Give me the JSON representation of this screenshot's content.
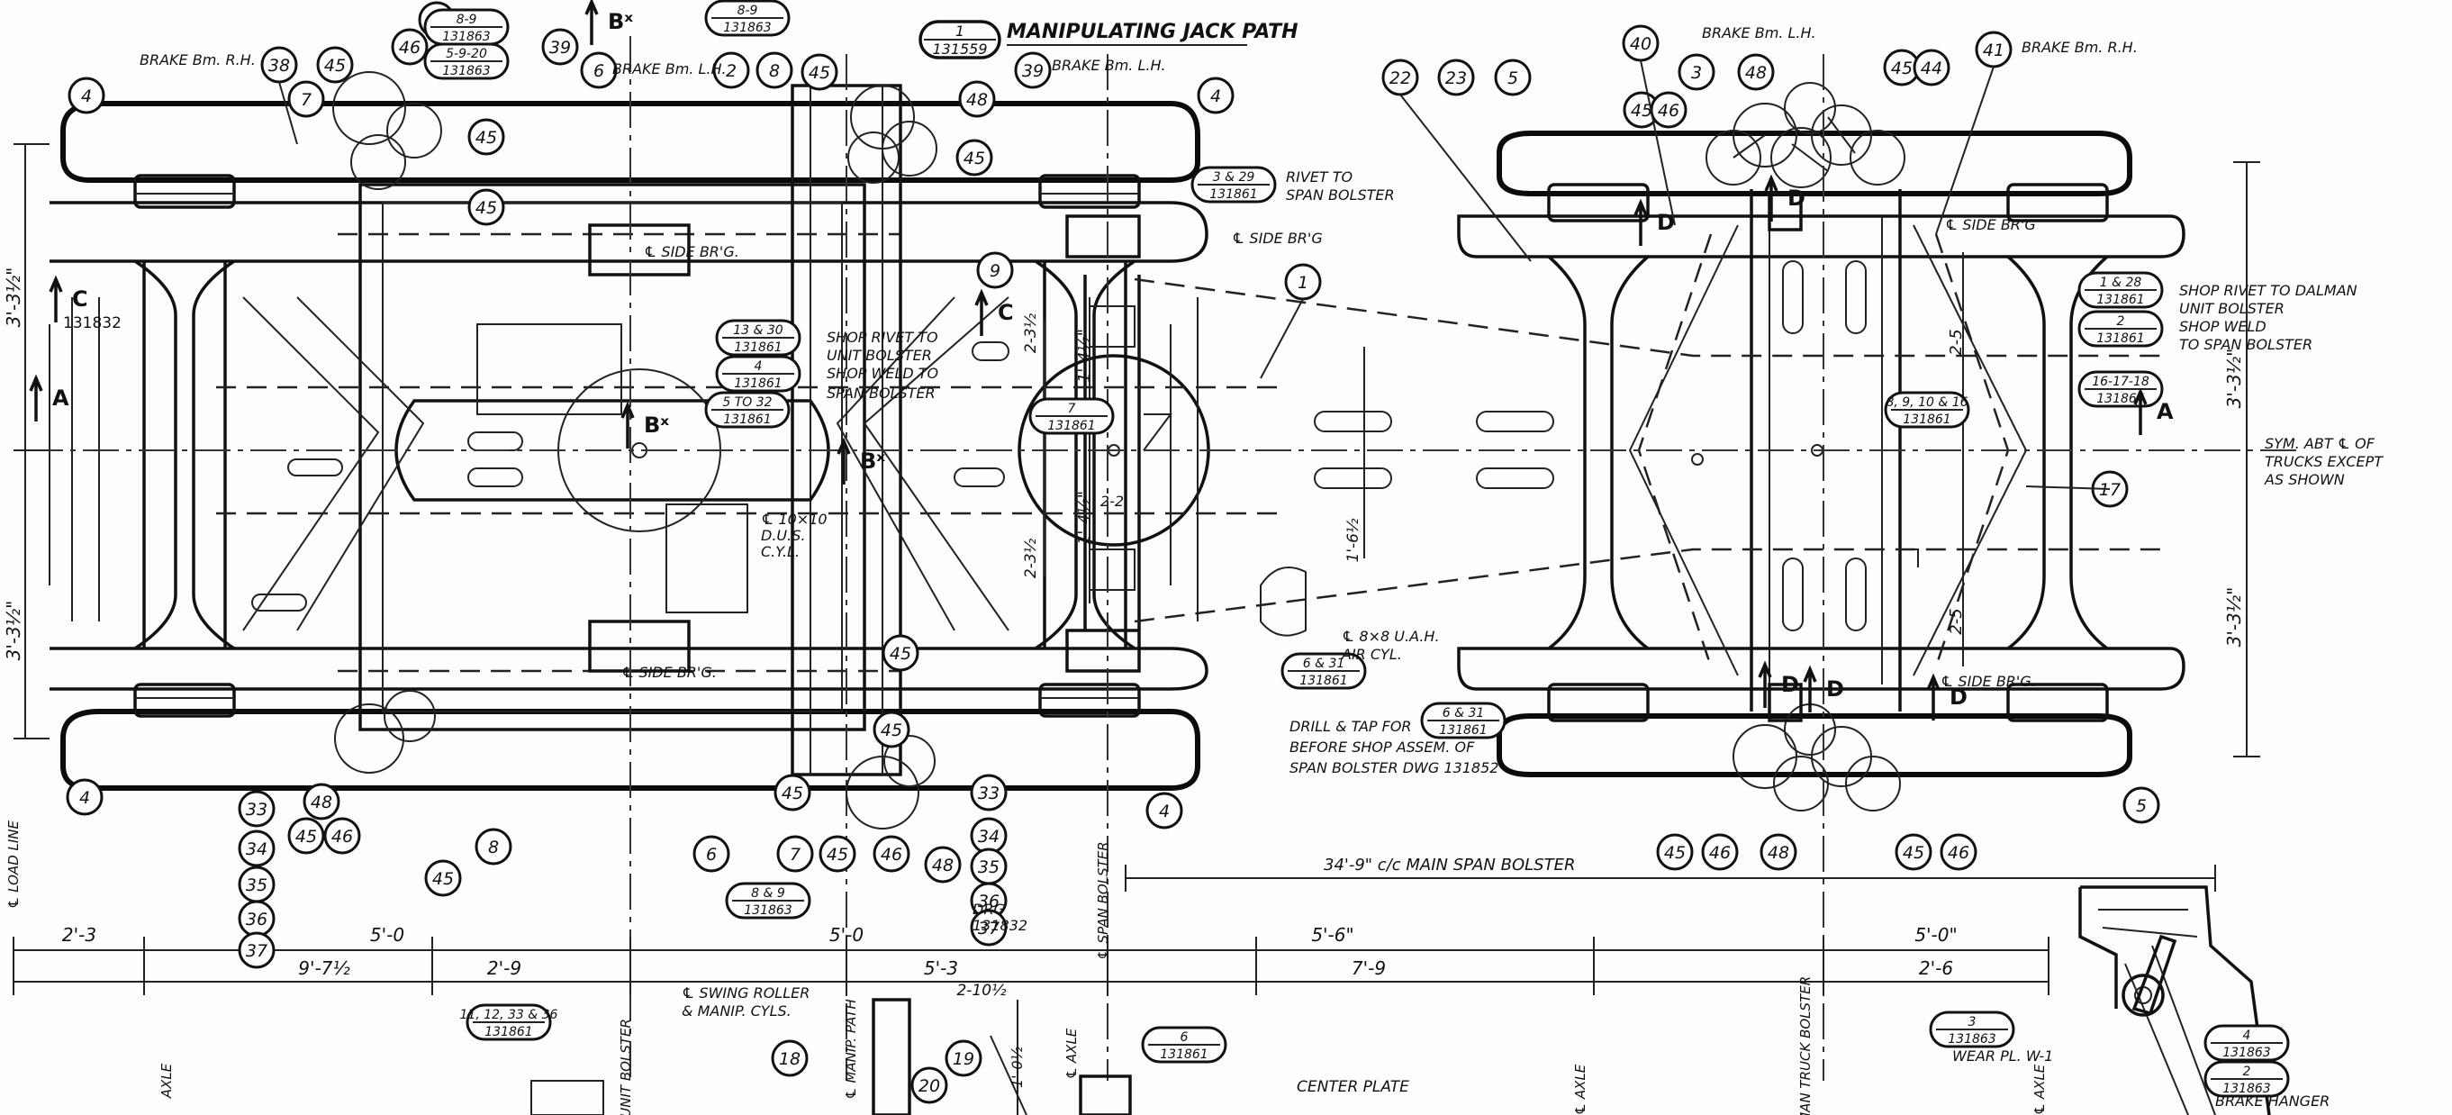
{
  "drawing": {
    "title": "MANIPULATING JACK PATH",
    "title_ref": {
      "top": "1",
      "bottom": "131559"
    },
    "sym_note": [
      "SYM. ABT ℄ OF",
      "TRUCKS EXCEPT",
      "AS SHOWN"
    ],
    "center_plate": "CENTER PLATE",
    "span_bolster_dim": "34'-9\" c/c MAIN SPAN BOLSTER"
  },
  "sections": [
    {
      "text": "A",
      "kind": "section-arrow-left"
    },
    {
      "text": "A",
      "kind": "section-arrow-right"
    },
    {
      "text": "C",
      "ref": "131832",
      "kind": "section-c-left"
    },
    {
      "text": "C",
      "kind": "section-c-mid"
    },
    {
      "text": "D",
      "kind": "section-d"
    },
    {
      "text": "D",
      "kind": "section-d"
    },
    {
      "text": "D",
      "kind": "section-d"
    },
    {
      "text": "D",
      "kind": "section-d"
    },
    {
      "text": "D",
      "kind": "section-d"
    },
    {
      "text": "Bˣ",
      "kind": "section-b"
    },
    {
      "text": "Bˣ",
      "kind": "section-b"
    },
    {
      "text": "Bˣ",
      "kind": "section-b"
    }
  ],
  "labels": [
    {
      "text": "BRAKE Bm. R.H."
    },
    {
      "text": "BRAKE Bm. L.H."
    },
    {
      "text": "BRAKE Bm. L.H."
    },
    {
      "text": "BRAKE Bm. L.H."
    },
    {
      "text": "BRAKE Bm. R.H."
    },
    {
      "text": "℄ SIDE BR'G."
    },
    {
      "text": "℄ SIDE BR'G"
    },
    {
      "text": "℄ SIDE BR'G."
    },
    {
      "text": "℄ SIDE BR'G"
    },
    {
      "text": "℄ SIDE BR'G."
    },
    {
      "text": "RIVET TO"
    },
    {
      "text": "SPAN BOLSTER"
    },
    {
      "text": "SHOP RIVET TO"
    },
    {
      "text": "UNIT BOLSTER"
    },
    {
      "text": "SHOP WELD TO"
    },
    {
      "text": "SPAN BOLSTER"
    },
    {
      "text": "SHOP RIVET TO DALMAN"
    },
    {
      "text": "UNIT BOLSTER"
    },
    {
      "text": "SHOP WELD"
    },
    {
      "text": "TO SPAN BOLSTER"
    },
    {
      "text": "℄ 10×10"
    },
    {
      "text": "D.U.S."
    },
    {
      "text": "C.Y.L."
    },
    {
      "text": "℄ 8×8 U.A.H."
    },
    {
      "text": "AIR CYL."
    },
    {
      "text": "DRILL & TAP FOR"
    },
    {
      "text": "BEFORE SHOP ASSEM. OF"
    },
    {
      "text": "SPAN BOLSTER DWG 131852"
    },
    {
      "text": "℄ SWING ROLLER"
    },
    {
      "text": "& MANIP. CYLS."
    },
    {
      "text": "WEAR PL. W-1"
    },
    {
      "text": "BRAKE HANGER"
    },
    {
      "text": "DRG"
    },
    {
      "text": "131832"
    }
  ],
  "refs": [
    {
      "top": "8-9",
      "bottom": "131863"
    },
    {
      "top": "5-9-20",
      "bottom": "131863"
    },
    {
      "top": "8-9",
      "bottom": "131863"
    },
    {
      "top": "3 & 29",
      "bottom": "131861"
    },
    {
      "top": "13 & 30",
      "bottom": "131861"
    },
    {
      "top": "4",
      "bottom": "131861"
    },
    {
      "top": "5 TO 32",
      "bottom": "131861"
    },
    {
      "top": "7",
      "bottom": "131861"
    },
    {
      "top": "6 & 31",
      "bottom": "131861"
    },
    {
      "top": "6 & 31",
      "bottom": "131861"
    },
    {
      "top": "8 & 9",
      "bottom": "131863"
    },
    {
      "top": "11, 12, 33 & 36",
      "bottom": "131861"
    },
    {
      "top": "6",
      "bottom": "131861"
    },
    {
      "top": "1 & 28",
      "bottom": "131861"
    },
    {
      "top": "2",
      "bottom": "131861"
    },
    {
      "top": "8, 9, 10 & 16",
      "bottom": "131861"
    },
    {
      "top": "16-17-18",
      "bottom": "131864"
    },
    {
      "top": "3",
      "bottom": "131863"
    },
    {
      "top": "4",
      "bottom": "131863"
    },
    {
      "top": "2",
      "bottom": "131863"
    }
  ],
  "balloons": [
    "38",
    "45",
    "46",
    "48",
    "39",
    "6",
    "2",
    "8",
    "45",
    "39",
    "4",
    "4",
    "7",
    "45",
    "45",
    "48",
    "45",
    "9",
    "1",
    "40",
    "3",
    "48",
    "45",
    "44",
    "41",
    "22",
    "23",
    "5",
    "45",
    "46",
    "17",
    "4",
    "33",
    "34",
    "35",
    "36",
    "37",
    "45",
    "46",
    "48",
    "45",
    "8",
    "6",
    "7",
    "45",
    "46",
    "48",
    "45",
    "33",
    "34",
    "35",
    "36",
    "37",
    "4",
    "45",
    "46",
    "48",
    "45",
    "46",
    "5",
    "18",
    "19",
    "20",
    "45",
    "45"
  ],
  "dimensions": {
    "vertical_left": [
      "3'-3½\"",
      "3'-3½\""
    ],
    "vertical_right": [
      "3'-3½\"",
      "3'-3½\""
    ],
    "vertical_mid": [
      "2-3½",
      "2-3½",
      "1'-4½\"",
      "1'-4½\"",
      "1'-6½"
    ],
    "vertical_right_inner": [
      "2-5",
      "2-5"
    ],
    "bottom_row1": [
      "2'-3",
      "5'-0",
      "5'-0",
      "5'-6\"",
      "5'-0\""
    ],
    "bottom_row2": [
      "9'-7½",
      "2'-9",
      "5'-3",
      "7'-9",
      "2'-6"
    ],
    "misc": [
      "2-10½",
      "2-2",
      "1'-0½"
    ],
    "axle_labels": [
      "AXLE",
      "℄ UNIT BOLSTER",
      "℄ MANIP. PATH",
      "℄ AXLE",
      "℄ SPAN BOLSTER",
      "℄ AXLE",
      "℄ DALMAN TRUCK BOLSTER",
      "℄ AXLE",
      "℄ LOAD LINE"
    ]
  }
}
